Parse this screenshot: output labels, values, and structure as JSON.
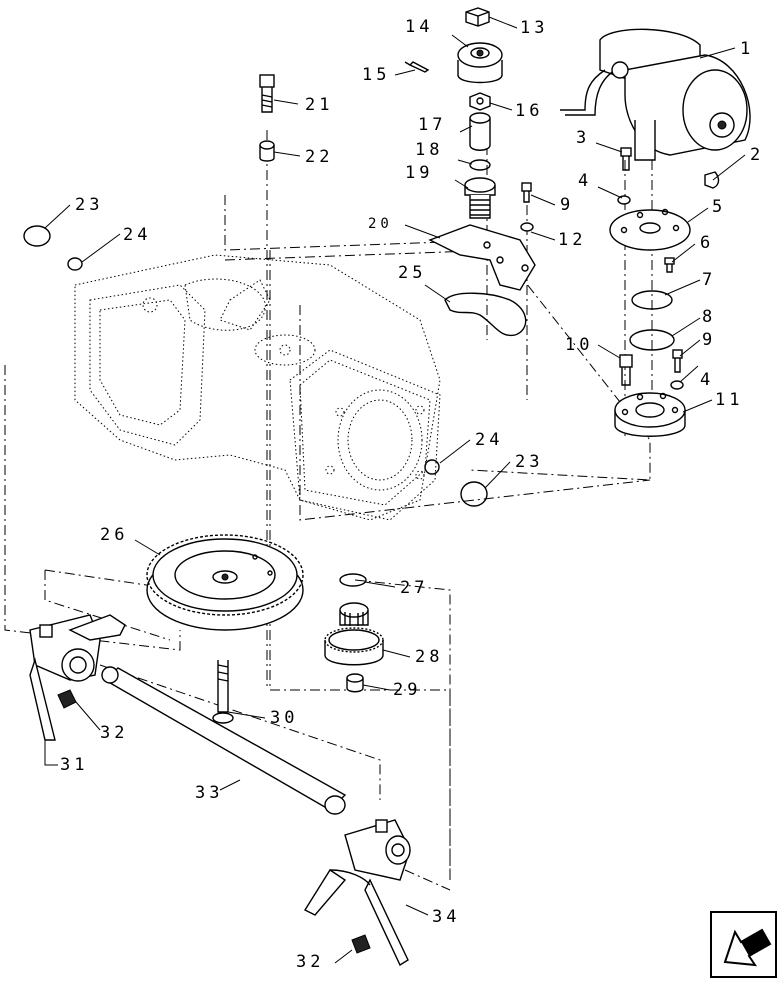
{
  "callouts": [
    {
      "id": "c1",
      "text": "1"
    },
    {
      "id": "c2",
      "text": "2"
    },
    {
      "id": "c3",
      "text": "3"
    },
    {
      "id": "c4a",
      "text": "4"
    },
    {
      "id": "c4b",
      "text": "4"
    },
    {
      "id": "c5",
      "text": "5"
    },
    {
      "id": "c6",
      "text": "6"
    },
    {
      "id": "c7",
      "text": "7"
    },
    {
      "id": "c8",
      "text": "8"
    },
    {
      "id": "c9a",
      "text": "9"
    },
    {
      "id": "c9b",
      "text": "9"
    },
    {
      "id": "c10",
      "text": "10"
    },
    {
      "id": "c11",
      "text": "11"
    },
    {
      "id": "c12",
      "text": "12"
    },
    {
      "id": "c13",
      "text": "13"
    },
    {
      "id": "c14",
      "text": "14"
    },
    {
      "id": "c15",
      "text": "15"
    },
    {
      "id": "c16",
      "text": "16"
    },
    {
      "id": "c17",
      "text": "17"
    },
    {
      "id": "c18",
      "text": "18"
    },
    {
      "id": "c19",
      "text": "19"
    },
    {
      "id": "c20",
      "text": "20"
    },
    {
      "id": "c21",
      "text": "21"
    },
    {
      "id": "c22",
      "text": "22"
    },
    {
      "id": "c23a",
      "text": "23"
    },
    {
      "id": "c23b",
      "text": "23"
    },
    {
      "id": "c24a",
      "text": "24"
    },
    {
      "id": "c24b",
      "text": "24"
    },
    {
      "id": "c25",
      "text": "25"
    },
    {
      "id": "c26",
      "text": "26"
    },
    {
      "id": "c27",
      "text": "27"
    },
    {
      "id": "c28",
      "text": "28"
    },
    {
      "id": "c29",
      "text": "29"
    },
    {
      "id": "c30",
      "text": "30"
    },
    {
      "id": "c31",
      "text": "31"
    },
    {
      "id": "c32a",
      "text": "32"
    },
    {
      "id": "c32b",
      "text": "32"
    },
    {
      "id": "c33",
      "text": "33"
    },
    {
      "id": "c34",
      "text": "34"
    }
  ],
  "nav": {
    "icon": "arrow-down-left-icon"
  },
  "colors": {
    "ink": "#000000",
    "paper": "#ffffff"
  }
}
